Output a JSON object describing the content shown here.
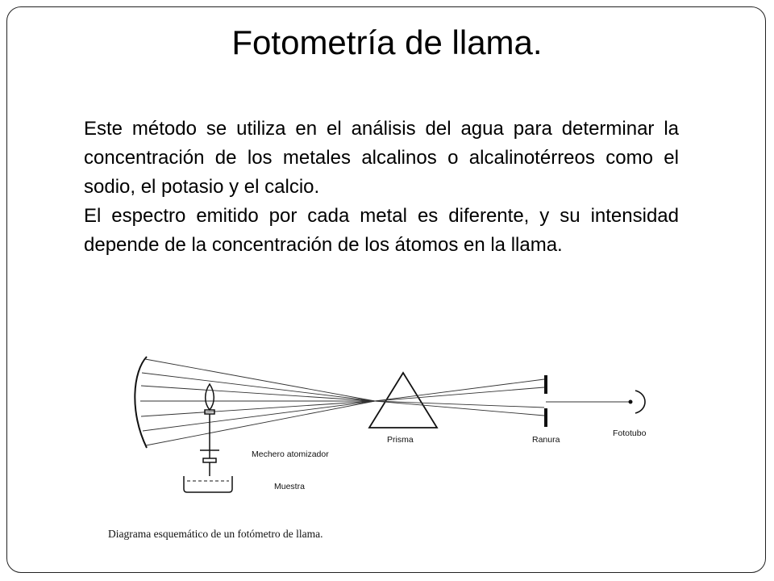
{
  "slide": {
    "title": "Fotometría de llama.",
    "paragraphs": [
      "Este método se utiliza en el análisis del agua para determinar la concentración de los metales alcalinos o alcalinotérreos como el sodio, el potasio y el calcio.",
      "El espectro emitido por cada metal es diferente, y su intensidad depende de la concentración de los átomos en la llama."
    ]
  },
  "diagram": {
    "labels": {
      "prism": "Prisma",
      "slit": "Ranura",
      "phototube": "Fototubo",
      "burner": "Mechero atomizador",
      "sample": "Muestra"
    },
    "caption": "Diagrama esquemático de un fotómetro de llama."
  }
}
